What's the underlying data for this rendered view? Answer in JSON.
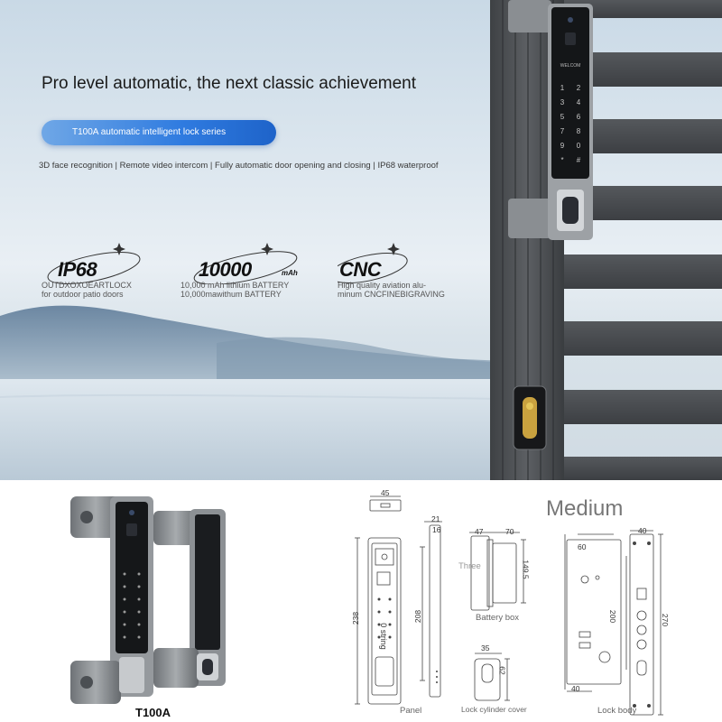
{
  "hero": {
    "title": "Pro level automatic, the next classic achievement",
    "series_pill": "T100A automatic intelligent lock series",
    "description": "3D face recognition | Remote video intercom | Fully automatic door opening and closing | IP68 waterproof",
    "features": [
      {
        "big": "IP68",
        "line1": "OUTDXOXOEARTLOCX",
        "line2": "for outdoor patio doors"
      },
      {
        "big": "10000",
        "unit": "mAh",
        "line1": "10,000 mAh lithium BATTERY",
        "line2": "10,000mawithum BATTERY"
      },
      {
        "big": "CNC",
        "line1": "High quality aviation alu-",
        "line2": "minum CNCFINEBIGRAVING"
      }
    ],
    "lock_brand": "WELCOM",
    "keypad": [
      "1",
      "2",
      "3",
      "4",
      "5",
      "6",
      "7",
      "8",
      "9",
      "0",
      "*",
      "#"
    ]
  },
  "product": {
    "model_label": "T100A"
  },
  "drawings": {
    "size_label": "Medium",
    "panel": {
      "caption": "Panel",
      "top_width": "45",
      "dim_21": "21",
      "dim_16": "16",
      "height_238": "238",
      "height_208": "208",
      "string_text": "0 string"
    },
    "battery_box": {
      "caption": "Battery box",
      "dim_47": "47",
      "dim_70": "70",
      "dim_149": "149.5",
      "inner_label": "Three"
    },
    "lock_cylinder_cover": {
      "caption": "Lock cylinder cover",
      "dim_35": "35",
      "dim_62": "62"
    },
    "lock_body": {
      "caption": "Lock body",
      "dim_40_top": "40",
      "dim_60": "60",
      "dim_200": "200",
      "dim_270": "270",
      "dim_40_bottom": "40"
    }
  }
}
